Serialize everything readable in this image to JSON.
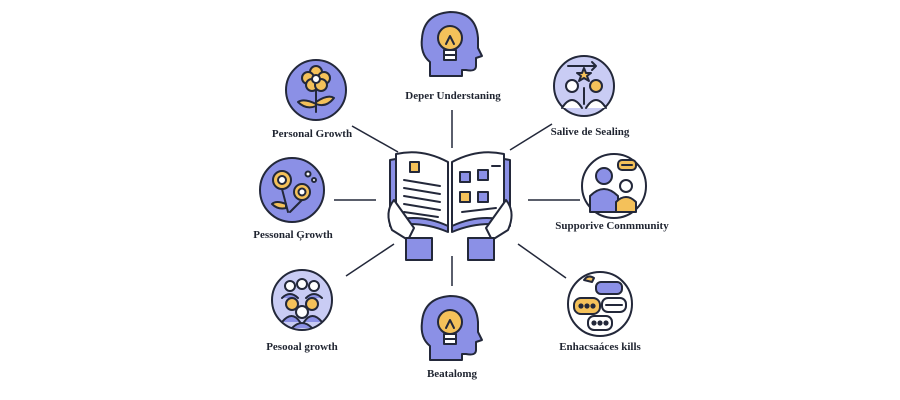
{
  "colors": {
    "stroke": "#23283a",
    "purple": "#8b90e6",
    "purple_light": "#c9ccf4",
    "yellow": "#f4c15a",
    "white": "#ffffff"
  },
  "center": {
    "icon": "open-book-hands-icon"
  },
  "nodes": [
    {
      "id": "top",
      "label": "Deper Understaning",
      "icon": "head-lightbulb-icon"
    },
    {
      "id": "top-left",
      "label": "Personal Growth",
      "icon": "flower-icon"
    },
    {
      "id": "mid-left",
      "label": "Pessonal Ģrowth",
      "icon": "flowers-icon"
    },
    {
      "id": "bottom-left",
      "label": "Pesooal growth",
      "icon": "people-group-icon"
    },
    {
      "id": "bottom",
      "label": "Beatalomg",
      "icon": "head-lightbulb-icon"
    },
    {
      "id": "top-right",
      "label": "Salive de Sealing",
      "icon": "two-people-star-icon"
    },
    {
      "id": "mid-right",
      "label": "Supporive Conmmunity",
      "icon": "parent-child-speech-icon"
    },
    {
      "id": "bottom-right",
      "label": "Enhacsaáces kills",
      "icon": "speech-bubbles-icon"
    }
  ]
}
